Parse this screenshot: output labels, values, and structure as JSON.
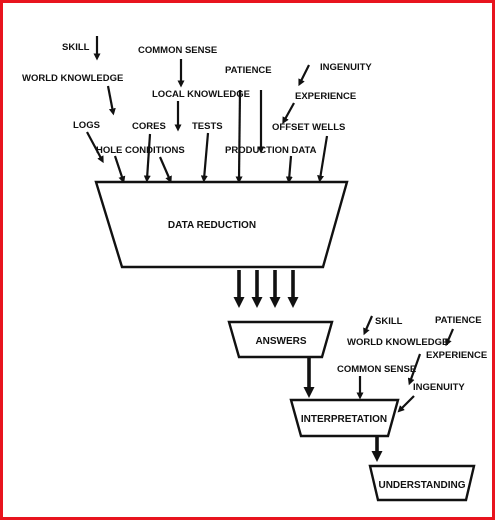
{
  "colors": {
    "frame": "#e8141e",
    "ink": "#111111"
  },
  "diagram": {
    "top_inputs": {
      "skill": "SKILL",
      "world_knowledge": "WORLD KNOWLEDGE",
      "common_sense": "COMMON SENSE",
      "local_knowledge": "LOCAL KNOWLEDGE",
      "patience": "PATIENCE",
      "ingenuity": "INGENUITY",
      "experience": "EXPERIENCE",
      "logs": "LOGS",
      "cores": "CORES",
      "tests": "TESTS",
      "offset_wells": "OFFSET WELLS",
      "hole_conditions": "HOLE CONDITIONS",
      "production_data": "PRODUCTION DATA"
    },
    "boxes": {
      "data_reduction": "DATA REDUCTION",
      "answers": "ANSWERS",
      "interpretation": "INTERPRETATION",
      "understanding": "UNDERSTANDING"
    },
    "second_inputs": {
      "skill": "SKILL",
      "patience": "PATIENCE",
      "world_knowledge": "WORLD KNOWLEDGE",
      "experience": "EXPERIENCE",
      "common_sense": "COMMON SENSE",
      "ingenuity": "INGENUITY"
    }
  }
}
